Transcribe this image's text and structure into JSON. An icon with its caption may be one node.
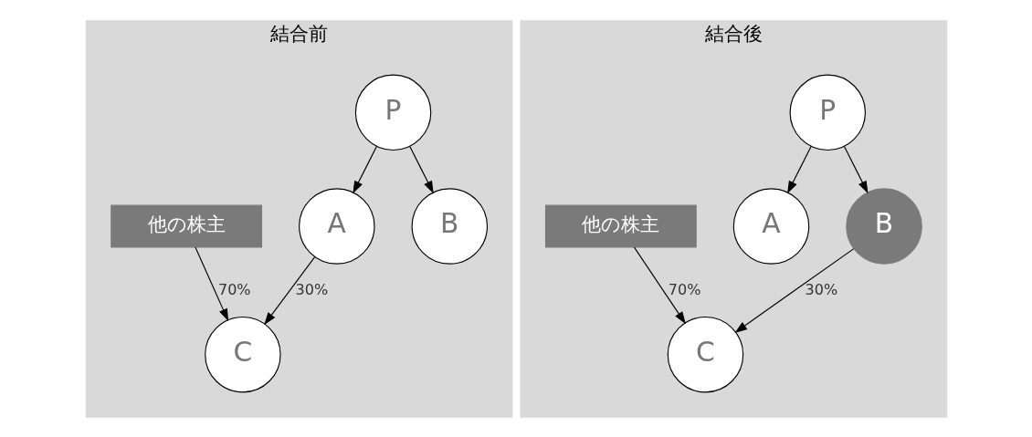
{
  "diagram": {
    "nodes": [
      {
        "text": [
          "結合前"
        ]
      },
      {
        "text": [
          "P"
        ],
        "in": 0
      },
      {
        "text": [
          "A"
        ],
        "in": 0
      },
      {
        "text": [
          "B"
        ],
        "in": 0
      },
      {
        "text": [
          "他の株主"
        ],
        "in": 0
      },
      {
        "text": [
          "C"
        ],
        "in": 0
      },
      {
        "text": [
          "結合後"
        ]
      },
      {
        "text": [
          "P"
        ],
        "in": 6
      },
      {
        "text": [
          "A"
        ],
        "in": 6
      },
      {
        "text": [
          "B"
        ],
        "in": 6
      },
      {
        "text": [
          "他の株主"
        ],
        "in": 6
      },
      {
        "text": [
          "C"
        ],
        "in": 6
      }
    ],
    "edges": [
      {
        "from": 1,
        "to": 2,
        "arrow": "to"
      },
      {
        "from": 1,
        "to": 3,
        "arrow": "to"
      },
      {
        "from": 2,
        "to": 5,
        "arrow": "to",
        "label": "30%"
      },
      {
        "from": 4,
        "to": 5,
        "arrow": "to",
        "label": "70%"
      },
      {
        "from": 7,
        "to": 8,
        "arrow": "to"
      },
      {
        "from": 7,
        "to": 9,
        "arrow": "to"
      },
      {
        "from": 9,
        "to": 11,
        "arrow": "to",
        "label": "30%"
      },
      {
        "from": 10,
        "to": 11,
        "arrow": "to",
        "label": "70%"
      }
    ]
  }
}
